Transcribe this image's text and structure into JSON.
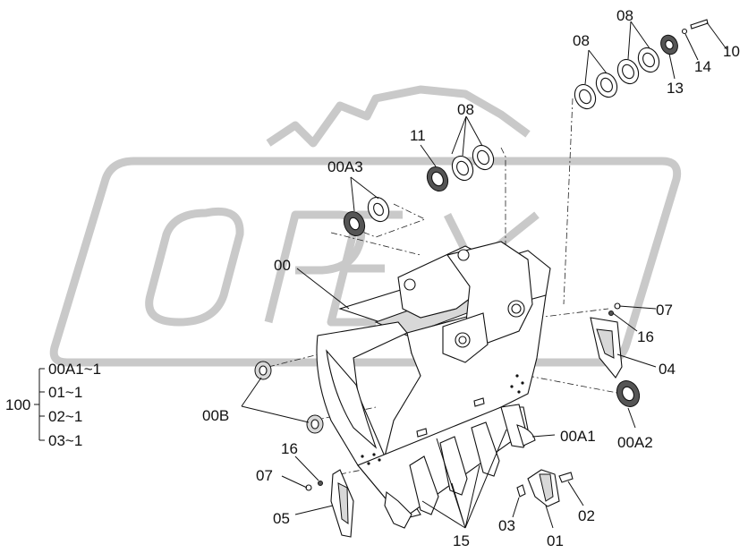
{
  "labels": {
    "p10": "10",
    "p14": "14",
    "p13": "13",
    "p08_top": "08",
    "p08_mid": "08",
    "p08_center": "08",
    "p11": "11",
    "p00A3": "00A3",
    "p00": "00",
    "p07_right": "07",
    "p16_right": "16",
    "p04": "04",
    "p00A2": "00A2",
    "p00A1": "00A1",
    "p00B": "00B",
    "p16_left": "16",
    "p07_left": "07",
    "p05": "05",
    "p15": "15",
    "p03": "03",
    "p01": "01",
    "p02": "02",
    "p100": "100"
  },
  "legend": {
    "items": [
      "00A1~1",
      "01~1",
      "02~1",
      "03~1"
    ]
  },
  "watermark": {
    "text": "OPEX",
    "color": "#c9c9c9"
  }
}
